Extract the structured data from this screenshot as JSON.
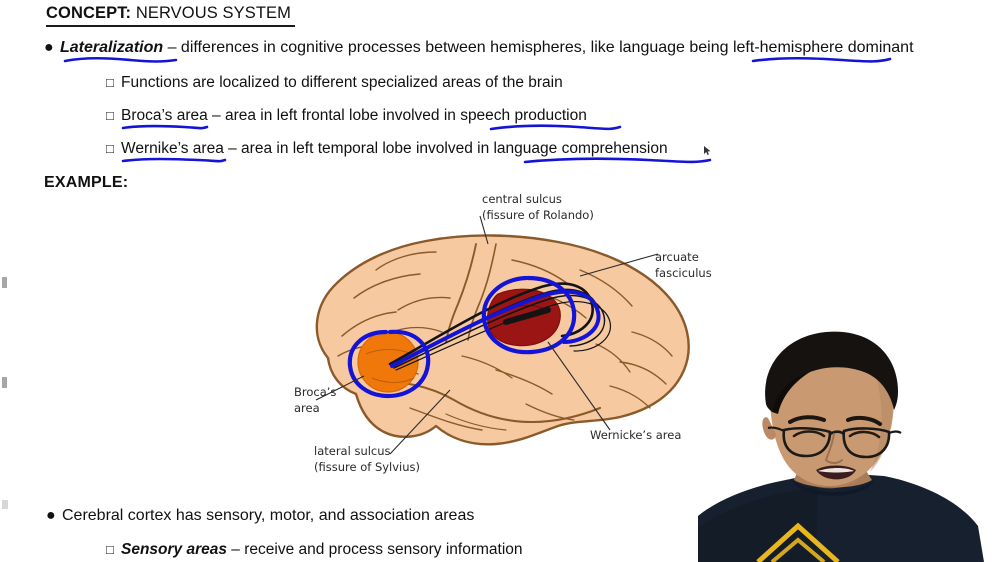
{
  "slide": {
    "heading": {
      "keyword": "CONCEPT:",
      "rest": " NERVOUS SYSTEM"
    },
    "example_label": "EXAMPLE:",
    "bullets": [
      {
        "marker": "●",
        "term": "Lateralization",
        "text": " – differences in cognitive processes between hemispheres, like language being left-hemisphere dominant"
      },
      {
        "marker": "□",
        "term": "",
        "text": "Functions are localized to different specialized areas of the brain"
      },
      {
        "marker": "□",
        "term": "",
        "text": "Broca’s area – area in left frontal lobe involved in speech production"
      },
      {
        "marker": "□",
        "term": "",
        "text": "Wernike’s area – area in left temporal lobe involved in language comprehension"
      },
      {
        "marker": "●",
        "term": "",
        "text": "Cerebral cortex has sensory, motor, and association areas"
      },
      {
        "marker": "□",
        "term": "Sensory areas",
        "text": " – receive and process sensory information"
      }
    ],
    "annotations": {
      "ink_color": "#1414d8",
      "underlined_phrases": [
        "Lateralization",
        "left-hemisphere dominant",
        "Broca’s area",
        "speech production",
        "Wernike’s area",
        "language comprehension"
      ]
    },
    "diagram": {
      "title_parts": [],
      "labels": [
        {
          "line1": "central sulcus",
          "line2": "(fissure of Rolando)"
        },
        {
          "line1": "arcuate",
          "line2": "fasciculus"
        },
        {
          "line1": "Broca’s",
          "line2": "area"
        },
        {
          "line1": "lateral sulcus",
          "line2": "(fissure of Sylvius)"
        },
        {
          "line1": "Wernicke’s area",
          "line2": ""
        }
      ],
      "colors": {
        "cortex": "#f7c9a0",
        "cortex_outline": "#8a5a2b",
        "broca": "#f0780a",
        "wernicke": "#9b1515",
        "tract": "#1a1a1a",
        "circle_ink": "#1414d8"
      }
    },
    "webcam": {
      "present": true,
      "description": "presenter",
      "shirt_color": "#17202e",
      "logo_color": "#e8b61e",
      "hair_color": "#16120f",
      "skin_color": "#c99a72"
    }
  }
}
